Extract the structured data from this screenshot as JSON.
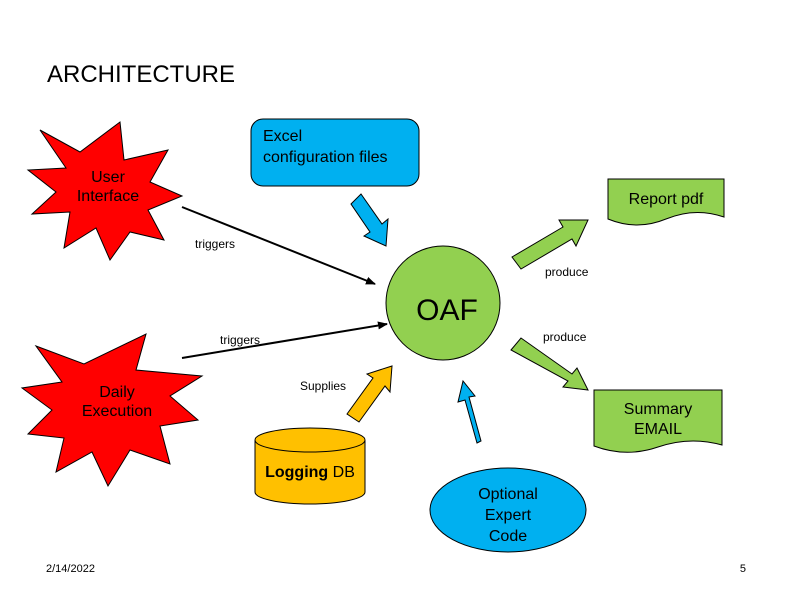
{
  "slide": {
    "title": "ARCHITECTURE",
    "date": "2/14/2022",
    "page_number": "5"
  },
  "nodes": {
    "user_interface": {
      "line1": "User",
      "line2": "Interface",
      "fill": "#ff0000"
    },
    "daily_execution": {
      "line1": "Daily",
      "line2": "Execution",
      "fill": "#ff0000"
    },
    "excel_config": {
      "line1": "Excel",
      "line2": "configuration files",
      "fill": "#00b0f0"
    },
    "report_pdf": {
      "label": "Report pdf",
      "fill": "#92d050"
    },
    "summary_email": {
      "line1": "Summary",
      "line2": "EMAIL",
      "fill": "#92d050"
    },
    "oaf": {
      "label": "OAF",
      "fill": "#92d050"
    },
    "logging_db": {
      "label_bold": "Logging",
      "label_rest": " DB",
      "fill": "#ffc000"
    },
    "optional_expert_code": {
      "line1": "Optional",
      "line2": "Expert",
      "line3": "Code",
      "fill": "#00b0f0"
    }
  },
  "edges": {
    "triggers_top": "triggers",
    "triggers_bottom": "triggers",
    "produce_top": "produce",
    "produce_bottom": "produce",
    "supplies": "Supplies"
  },
  "colors": {
    "blue_arrow": "#00b0f0",
    "green_arrow": "#92d050",
    "yellow_arrow": "#ffc000",
    "line": "#000000"
  }
}
